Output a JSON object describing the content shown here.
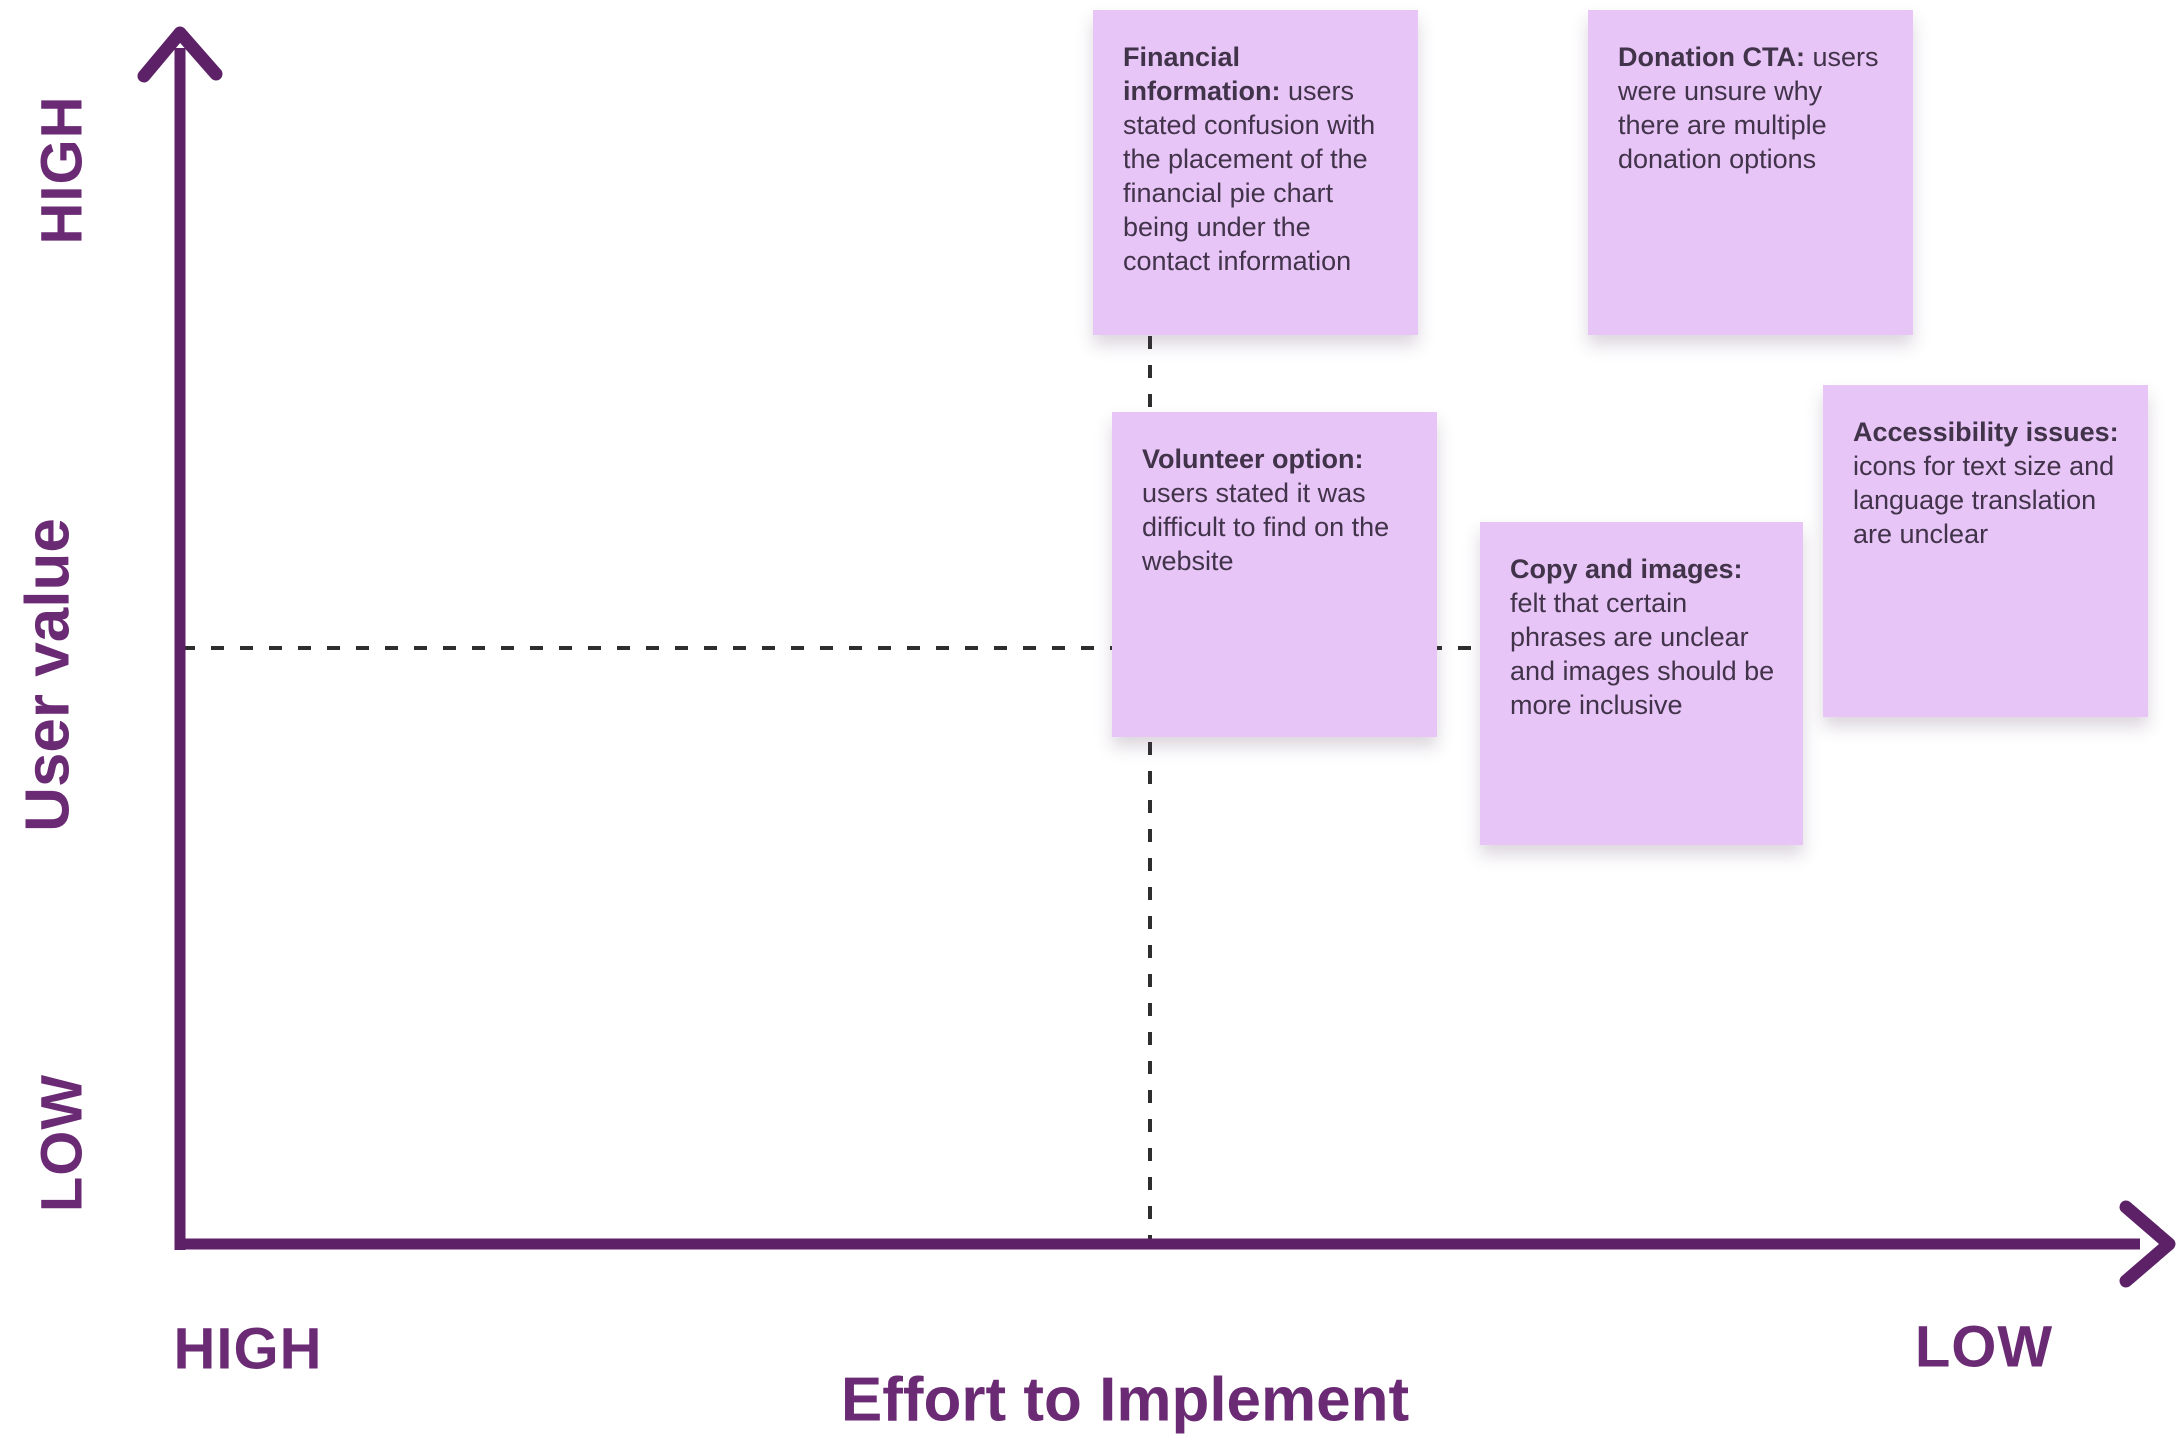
{
  "diagram": {
    "type": "prioritization-matrix",
    "x_axis": {
      "label": "Effort to Implement",
      "left_end": "HIGH",
      "right_end": "LOW"
    },
    "y_axis": {
      "label": "User value",
      "top_end": "HIGH",
      "bottom_end": "LOW"
    }
  },
  "colors": {
    "axis": "#5c2166",
    "axis_label": "#6b2a74",
    "note_background": "#e8c5f7",
    "note_text": "#413349",
    "dashed_line": "#2e2e2e",
    "background": "#ffffff"
  },
  "notes": [
    {
      "title": "Financial information:",
      "body": " users stated confusion with the placement of the financial pie chart being under the contact information"
    },
    {
      "title": "Donation CTA:",
      "body": " users were unsure why there are multiple donation options"
    },
    {
      "title": "Volunteer option:",
      "body": " users stated it was difficult to find on the website"
    },
    {
      "title": "Copy and images:",
      "body": " felt that certain phrases are unclear and images should be more inclusive"
    },
    {
      "title": "Accessibility issues:",
      "body": " icons for text size and language translation are unclear"
    }
  ]
}
